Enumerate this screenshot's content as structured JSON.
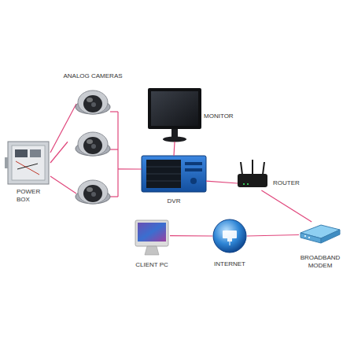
{
  "diagram": {
    "nodes": [
      {
        "text": [
          "ANALOG CAMERAS"
        ]
      },
      {
        "text": [
          "MONITOR"
        ]
      },
      {
        "text": [
          "POWER BOX"
        ]
      },
      {
        "text": [
          "DVR"
        ]
      },
      {
        "text": [
          "ROUTER"
        ]
      },
      {
        "text": [
          "CLIENT PC"
        ]
      },
      {
        "text": [
          "INTERNET"
        ]
      },
      {
        "text": [
          "BROADBAND MODEM"
        ]
      }
    ],
    "edges": [
      {
        "from": 2,
        "to": 0,
        "arrow": "none"
      },
      {
        "from": 0,
        "to": 3,
        "arrow": "none"
      },
      {
        "from": 1,
        "to": 3,
        "arrow": "none"
      },
      {
        "from": 3,
        "to": 4,
        "arrow": "none"
      },
      {
        "from": 4,
        "to": 7,
        "arrow": "none"
      },
      {
        "from": 7,
        "to": 6,
        "arrow": "none"
      },
      {
        "from": 6,
        "to": 5,
        "arrow": "none"
      }
    ]
  }
}
